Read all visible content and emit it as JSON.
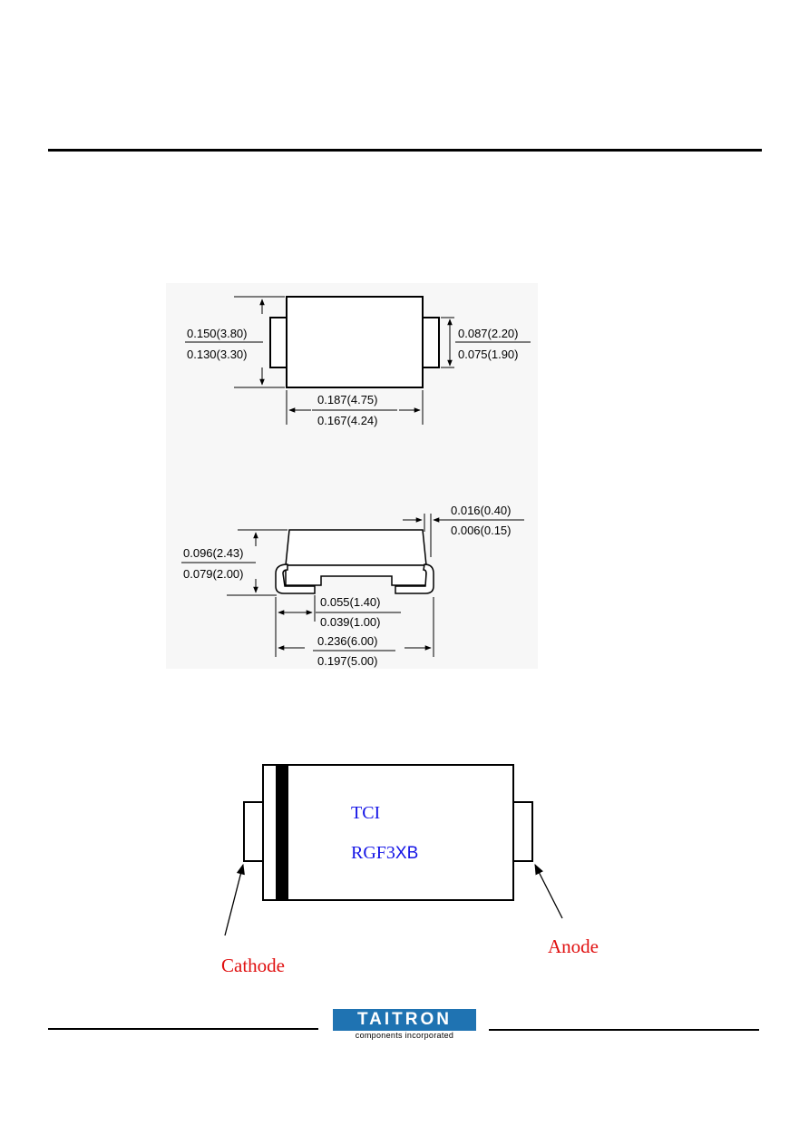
{
  "top_view": {
    "height_max": "0.150(3.80)",
    "height_min": "0.130(3.30)",
    "lead_width_max": "0.087(2.20)",
    "lead_width_min": "0.075(1.90)",
    "body_length_max": "0.187(4.75)",
    "body_length_min": "0.167(4.24)"
  },
  "side_view": {
    "lead_thickness_max": "0.016(0.40)",
    "lead_thickness_min": "0.006(0.15)",
    "overall_height_max": "0.096(2.43)",
    "overall_height_min": "0.079(2.00)",
    "pad_length_max": "0.055(1.40)",
    "pad_length_min": "0.039(1.00)",
    "overall_length_max": "0.236(6.00)",
    "overall_length_min": "0.197(5.00)"
  },
  "marking": {
    "line1": "TCI",
    "line2_prefix": "RGF3",
    "line2_suffix": "XB",
    "cathode_label": "Cathode",
    "anode_label": "Anode"
  },
  "footer": {
    "logo_text": "TAITRON",
    "logo_subtext": "components incorporated"
  },
  "colors": {
    "marking_text": "#1414e6",
    "pin_label": "#e01010",
    "logo_background": "#1f73b2"
  }
}
